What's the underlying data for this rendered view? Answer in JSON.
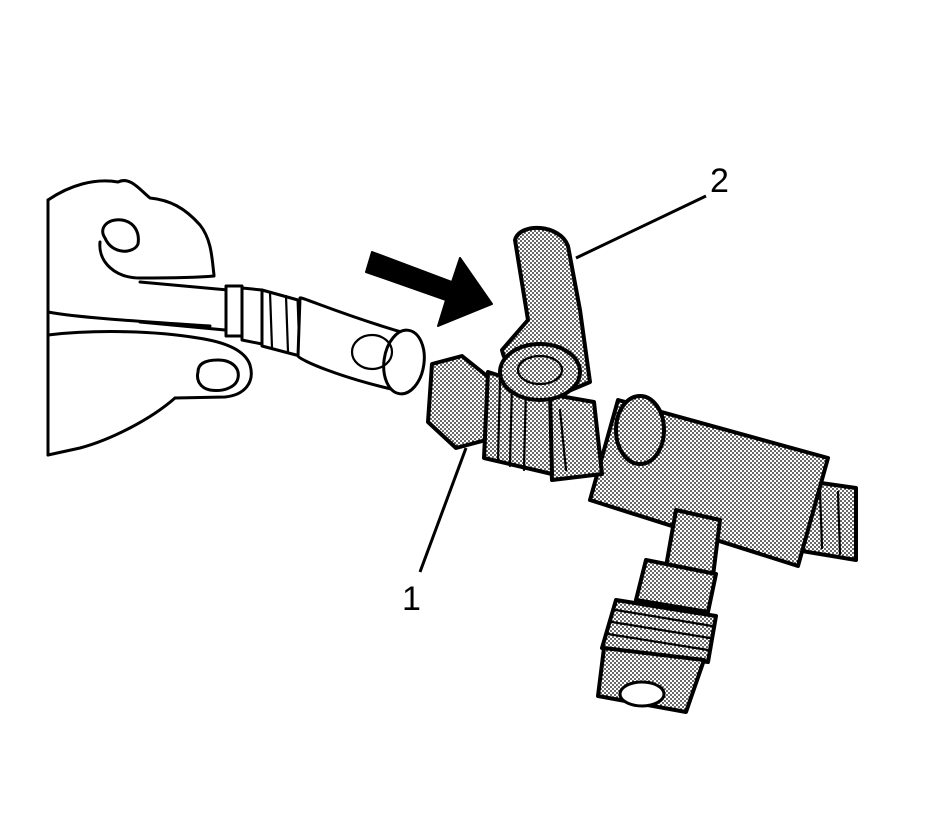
{
  "callouts": [
    {
      "id": "1",
      "text": "1"
    },
    {
      "id": "2",
      "text": "2"
    }
  ],
  "colors": {
    "ink": "#000000",
    "background": "#ffffff",
    "stipple": "#000000"
  },
  "icons": {
    "direction": "arrow-right-icon"
  }
}
